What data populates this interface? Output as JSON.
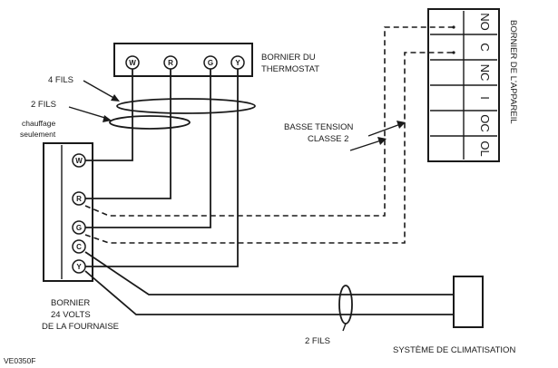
{
  "thermostat_block": {
    "label_line1": "BORNIER DU",
    "label_line2": "THERMOSTAT",
    "terminals": [
      "W",
      "R",
      "G",
      "Y"
    ]
  },
  "furnace_block": {
    "label_line1": "BORNIER",
    "label_line2": "24 VOLTS",
    "label_line3": "DE LA FOURNAISE",
    "terminals": [
      "W",
      "R",
      "G",
      "C",
      "Y"
    ]
  },
  "appliance_block": {
    "label": "BORNIER DE L'APPAREIL",
    "terminals": [
      "NO",
      "C",
      "NC",
      "I",
      "OC",
      "OL"
    ]
  },
  "annotations": {
    "four_wires": "4 FILS",
    "two_wires": "2 FILS",
    "heating_only_line1": "chauffage",
    "heating_only_line2": "seulement",
    "low_voltage_line1": "BASSE TENSION",
    "low_voltage_line2": "CLASSE 2",
    "two_wires_bottom": "2 FILS",
    "ac_system": "SYSTÈME DE CLIMATISATION",
    "figure_code": "VE0350F"
  }
}
